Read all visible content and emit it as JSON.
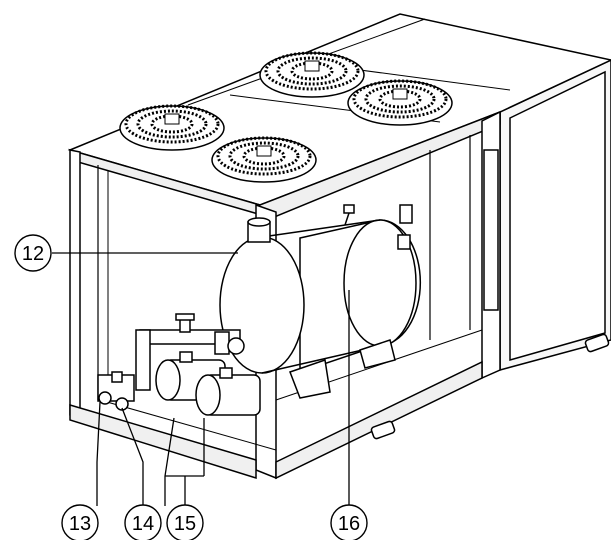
{
  "callouts": {
    "c12": "12",
    "c13": "13",
    "c14": "14",
    "c15": "15",
    "c16": "16"
  },
  "icons": {
    "fan": "fan-icon",
    "tank": "tank-icon",
    "pump": "pump-icon",
    "valve": "valve-icon",
    "lifting-foot": "lifting-foot-icon"
  },
  "colors": {
    "line": "#000000",
    "fill": "#ffffff",
    "frame": "#e9e9e9",
    "shadow": "#bdbdbd"
  }
}
